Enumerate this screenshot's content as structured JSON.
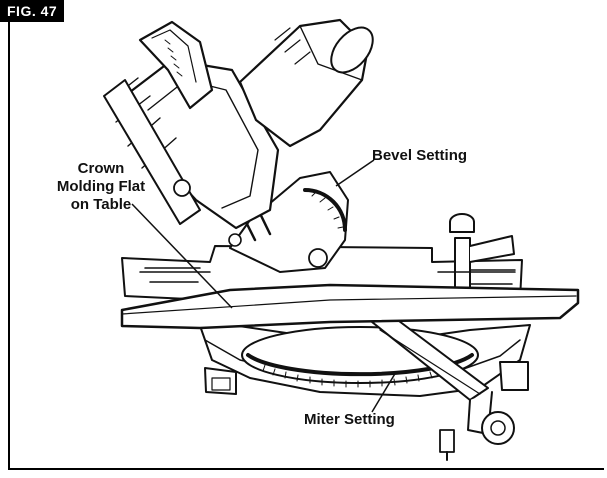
{
  "figure": {
    "label": "FIG. 47"
  },
  "callouts": {
    "crown_line1": "Crown",
    "crown_line2": "Molding Flat",
    "crown_line3": "on Table",
    "bevel": "Bevel Setting",
    "miter": "Miter Setting"
  }
}
